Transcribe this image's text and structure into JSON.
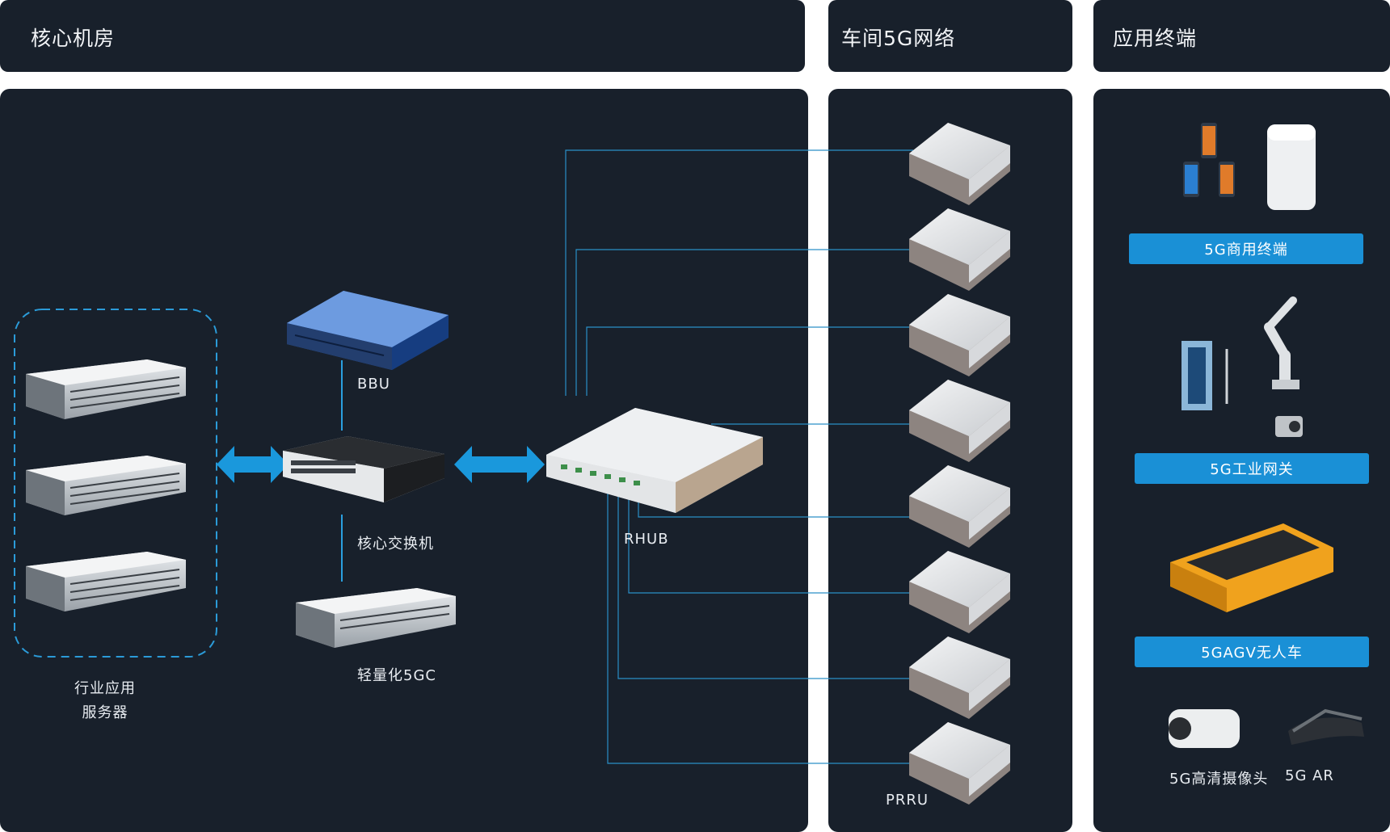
{
  "headers": {
    "core_room": "核心机房",
    "workshop_5g": "车间5G网络",
    "terminals": "应用终端"
  },
  "nodes": {
    "servers": "行业应用\n服务器",
    "servers_line1": "行业应用",
    "servers_line2": "服务器",
    "bbu": "BBU",
    "core_switch": "核心交换机",
    "light_5gc": "轻量化5GC",
    "rhub": "RHUB",
    "prru": "PRRU"
  },
  "terminals": {
    "commercial": "5G商用终端",
    "industrial_gateway": "5G工业网关",
    "agv": "5GAGV无人车",
    "hd_camera": "5G高清摄像头",
    "ar": "5G AR"
  },
  "colors": {
    "panel": "#18202b",
    "accent": "#1a90d6",
    "link": "#1f9de0"
  }
}
